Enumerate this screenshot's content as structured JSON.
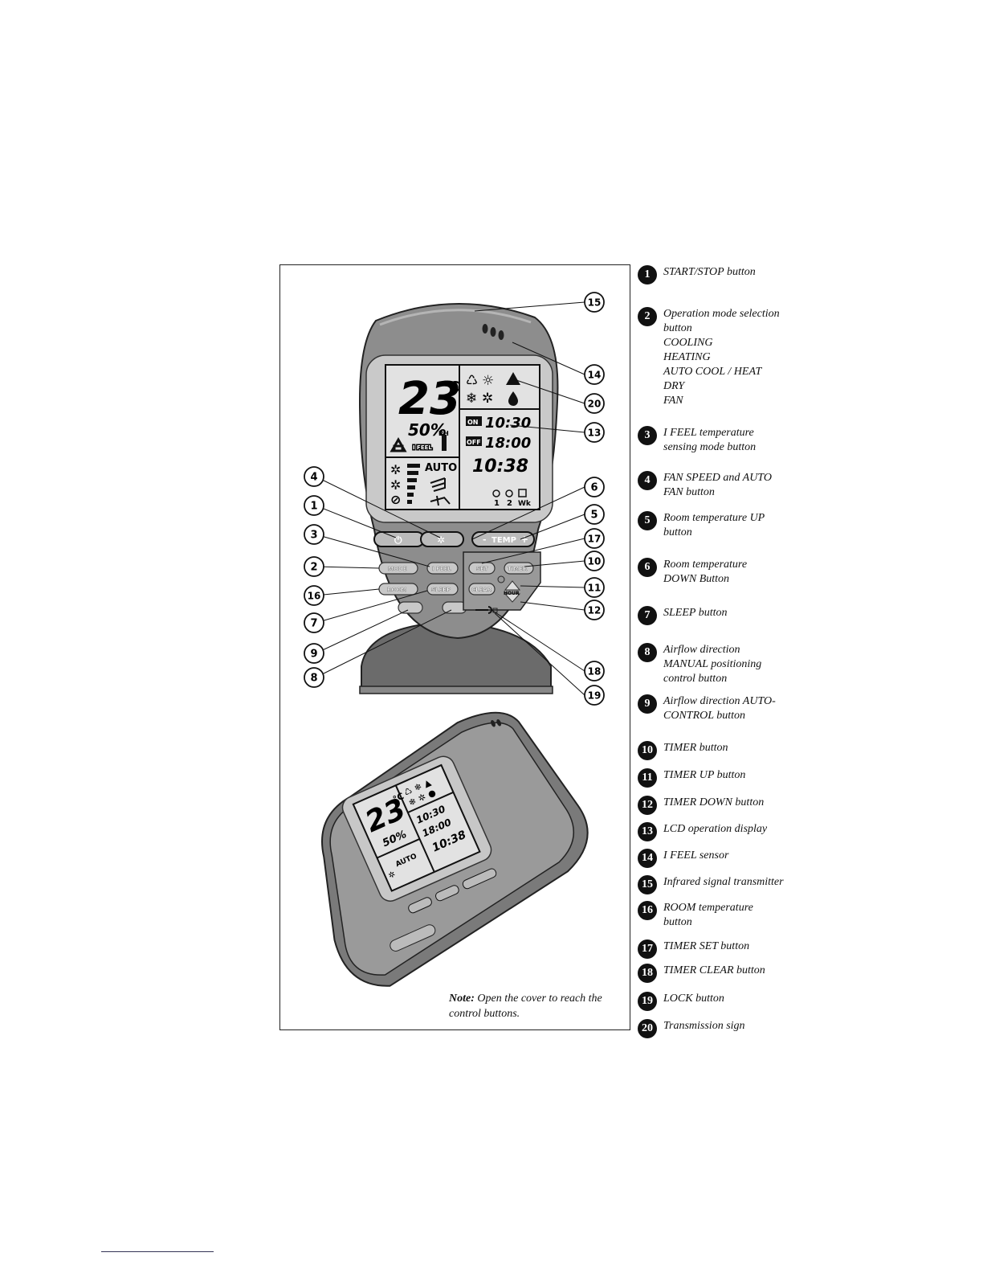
{
  "lcd": {
    "temperature": "23",
    "temp_unit": "°C",
    "humidity": "50%",
    "rh_label": "RH",
    "ifeel_label": "I FEEL",
    "fan_auto": "AUTO",
    "on_label": "ON",
    "on_time": "10:30",
    "off_label": "OFF",
    "off_time": "18:00",
    "clock": "10:38",
    "timer1_label": "1",
    "timer2_label": "2",
    "week_label": "Wk"
  },
  "buttons": {
    "temp": "TEMP",
    "temp_minus": "-",
    "temp_plus": "+",
    "mode": "MODE",
    "ifeel": "I FEEL",
    "room": "ROOM",
    "sleep": "SLEEP",
    "set": "SET",
    "timer": "TIMER",
    "clear": "CLEAR",
    "hour": "HOUR"
  },
  "callouts": [
    "15",
    "14",
    "20",
    "13",
    "6",
    "4",
    "5",
    "1",
    "17",
    "3",
    "10",
    "2",
    "11",
    "16",
    "7",
    "12",
    "9",
    "18",
    "8",
    "19"
  ],
  "legend": [
    {
      "num": "1",
      "lines": [
        "START/STOP button"
      ]
    },
    {
      "num": "2",
      "lines": [
        "Operation mode selection",
        "button",
        "COOLING",
        "HEATING",
        "AUTO COOL / HEAT",
        "DRY",
        "FAN"
      ]
    },
    {
      "num": "3",
      "lines": [
        "I FEEL temperature",
        "sensing mode button"
      ]
    },
    {
      "num": "4",
      "lines": [
        "FAN SPEED and AUTO",
        "FAN button"
      ]
    },
    {
      "num": "5",
      "lines": [
        "Room temperature  UP",
        "button"
      ]
    },
    {
      "num": "6",
      "lines": [
        "Room temperature",
        "DOWN Button"
      ]
    },
    {
      "num": "7",
      "lines": [
        "SLEEP button"
      ]
    },
    {
      "num": "8",
      "lines": [
        "Airflow direction",
        "MANUAL positioning",
        "control button"
      ]
    },
    {
      "num": "9",
      "lines": [
        "Airflow direction AUTO-",
        "CONTROL button"
      ]
    },
    {
      "num": "10",
      "lines": [
        "TIMER button"
      ]
    },
    {
      "num": "11",
      "lines": [
        "TIMER UP button"
      ]
    },
    {
      "num": "12",
      "lines": [
        "TIMER DOWN button"
      ]
    },
    {
      "num": "13",
      "lines": [
        "LCD operation display"
      ]
    },
    {
      "num": "14",
      "lines": [
        "I FEEL sensor"
      ]
    },
    {
      "num": "15",
      "lines": [
        "Infrared signal transmitter"
      ]
    },
    {
      "num": "16",
      "lines": [
        "ROOM temperature",
        "button"
      ]
    },
    {
      "num": "17",
      "lines": [
        "TIMER SET button"
      ]
    },
    {
      "num": "18",
      "lines": [
        "TIMER CLEAR button"
      ]
    },
    {
      "num": "19",
      "lines": [
        "LOCK button"
      ]
    },
    {
      "num": "20",
      "lines": [
        "Transmission sign"
      ]
    }
  ],
  "note": {
    "bold": "Note:",
    "line1": " Open the cover to reach the",
    "line2": "control buttons."
  }
}
